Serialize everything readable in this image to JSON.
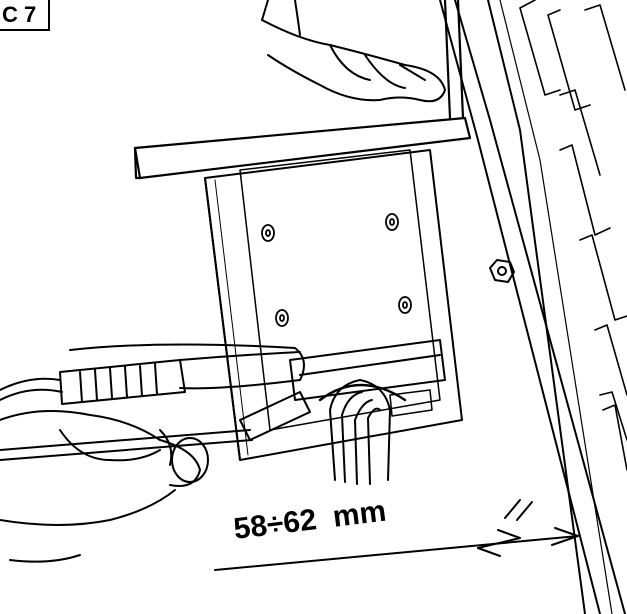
{
  "figure_label": "C 7",
  "dimension": {
    "value": "58÷62",
    "unit": "mm"
  }
}
